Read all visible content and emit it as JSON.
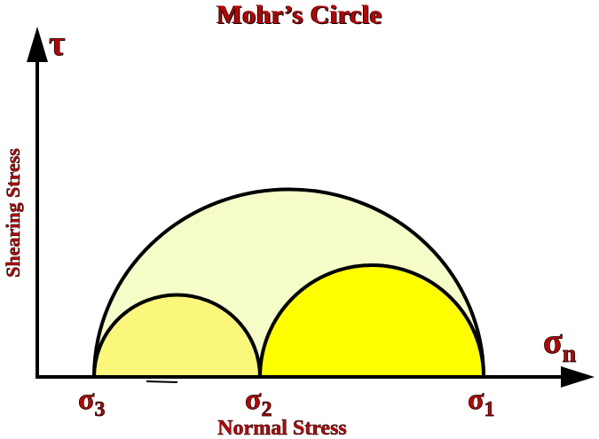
{
  "title": "Mohr’s Circle",
  "y_axis": {
    "symbol": "τ",
    "label": "Shearing Stress"
  },
  "x_axis": {
    "symbol": "σ",
    "symbol_sub": "n",
    "label": "Normal Stress"
  },
  "points": [
    {
      "symbol": "σ",
      "sub": "3"
    },
    {
      "symbol": "σ",
      "sub": "2"
    },
    {
      "symbol": "σ",
      "sub": "1"
    }
  ],
  "colors": {
    "label_red": "#c00000",
    "large_circle": "#f5fcc8",
    "small_circle": "#faf77a",
    "medium_circle": "#ffff00",
    "stroke": "#000000"
  }
}
